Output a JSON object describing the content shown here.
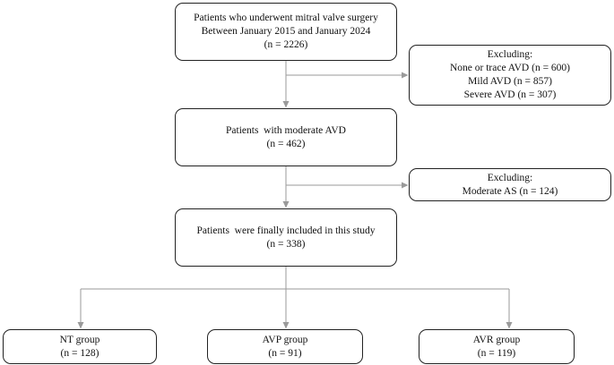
{
  "boxes": {
    "screened": {
      "line1": "Patients who underwent mitral valve surgery",
      "line2": "Between January 2015 and January 2024",
      "count": "(n = 2226)"
    },
    "exclusion1": {
      "title": "Excluding:",
      "items": [
        "None or trace AVD (n = 600)",
        "Mild AVD (n = 857)",
        "Severe AVD (n = 307)"
      ]
    },
    "moderate_avd": {
      "line1": "Patients  with moderate AVD",
      "count": "(n = 462)"
    },
    "exclusion2": {
      "title": "Excluding:",
      "items": [
        "Moderate AS (n = 124)"
      ]
    },
    "included": {
      "line1": "Patients  were finally included in this study",
      "count": "(n = 338)"
    },
    "groups": [
      {
        "label": "NT group",
        "count": "(n = 128)"
      },
      {
        "label": "AVP group",
        "count": "(n = 91)"
      },
      {
        "label": "AVR group",
        "count": "(n = 119)"
      }
    ]
  },
  "colors": {
    "line": "#9a9a9a",
    "box_border": "#222222",
    "text": "#111111",
    "background": "#ffffff"
  }
}
